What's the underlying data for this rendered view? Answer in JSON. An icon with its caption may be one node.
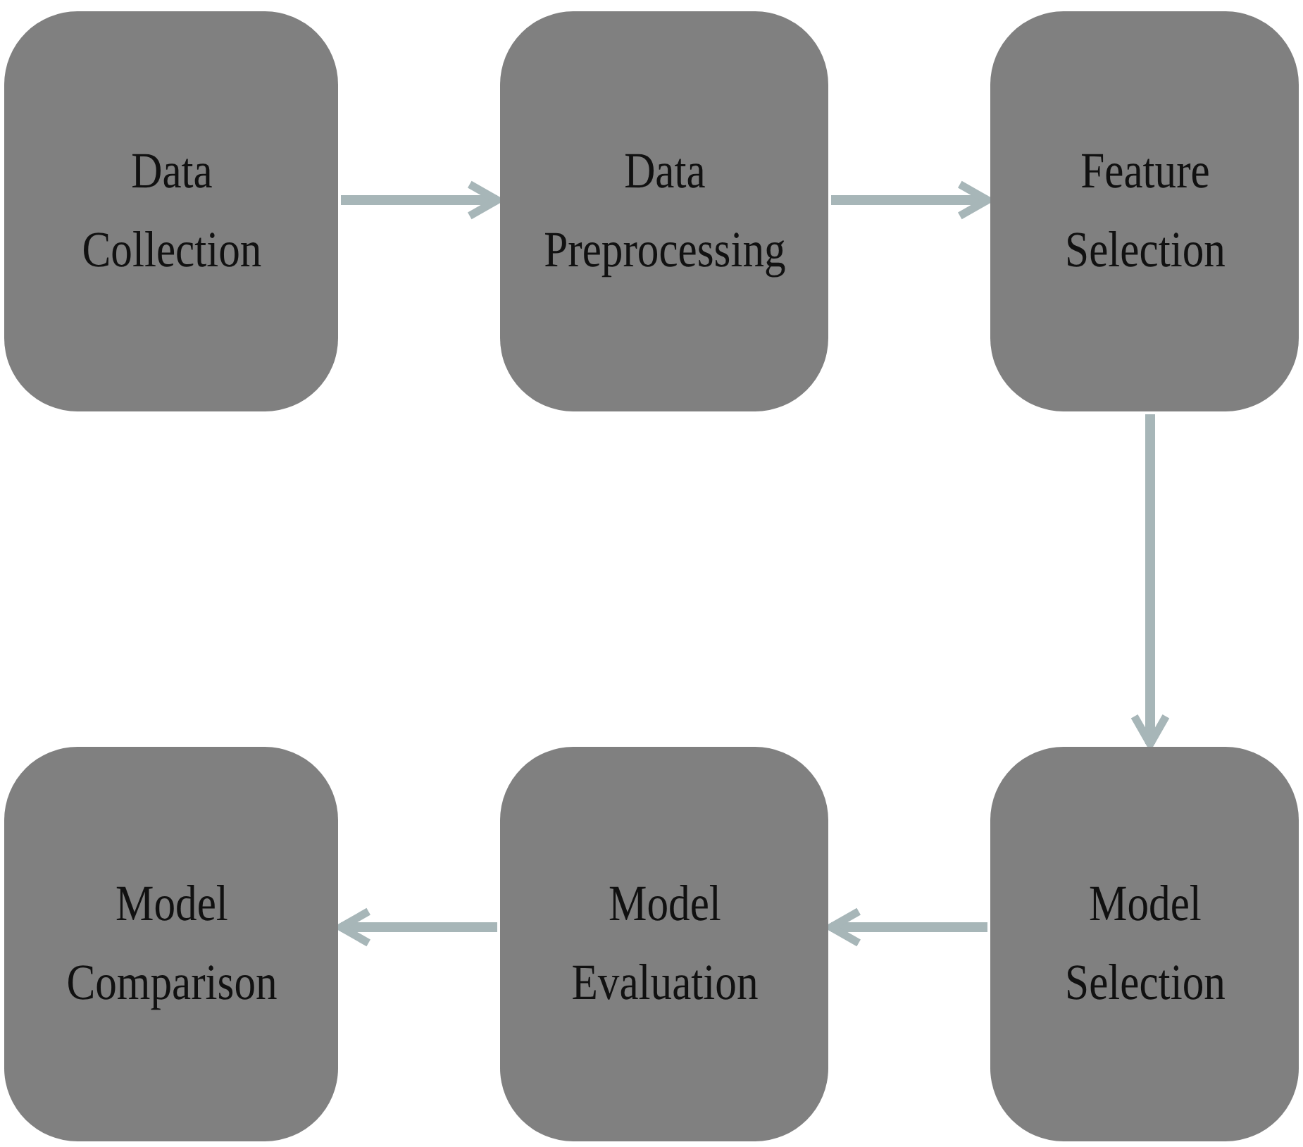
{
  "diagram": {
    "nodes": [
      {
        "text": [
          "Data Collection"
        ]
      },
      {
        "text": [
          "Data Preprocessing"
        ]
      },
      {
        "text": [
          "Feature Selection"
        ]
      },
      {
        "text": [
          "Model Selection"
        ]
      },
      {
        "text": [
          "Model Evaluation"
        ]
      },
      {
        "text": [
          "Model Comparison"
        ]
      }
    ],
    "edges": [
      {
        "from": 0,
        "to": 1,
        "arrow": "to"
      },
      {
        "from": 1,
        "to": 2,
        "arrow": "to"
      },
      {
        "from": 2,
        "to": 3,
        "arrow": "to"
      },
      {
        "from": 3,
        "to": 4,
        "arrow": "to"
      },
      {
        "from": 4,
        "to": 5,
        "arrow": "to"
      }
    ]
  }
}
